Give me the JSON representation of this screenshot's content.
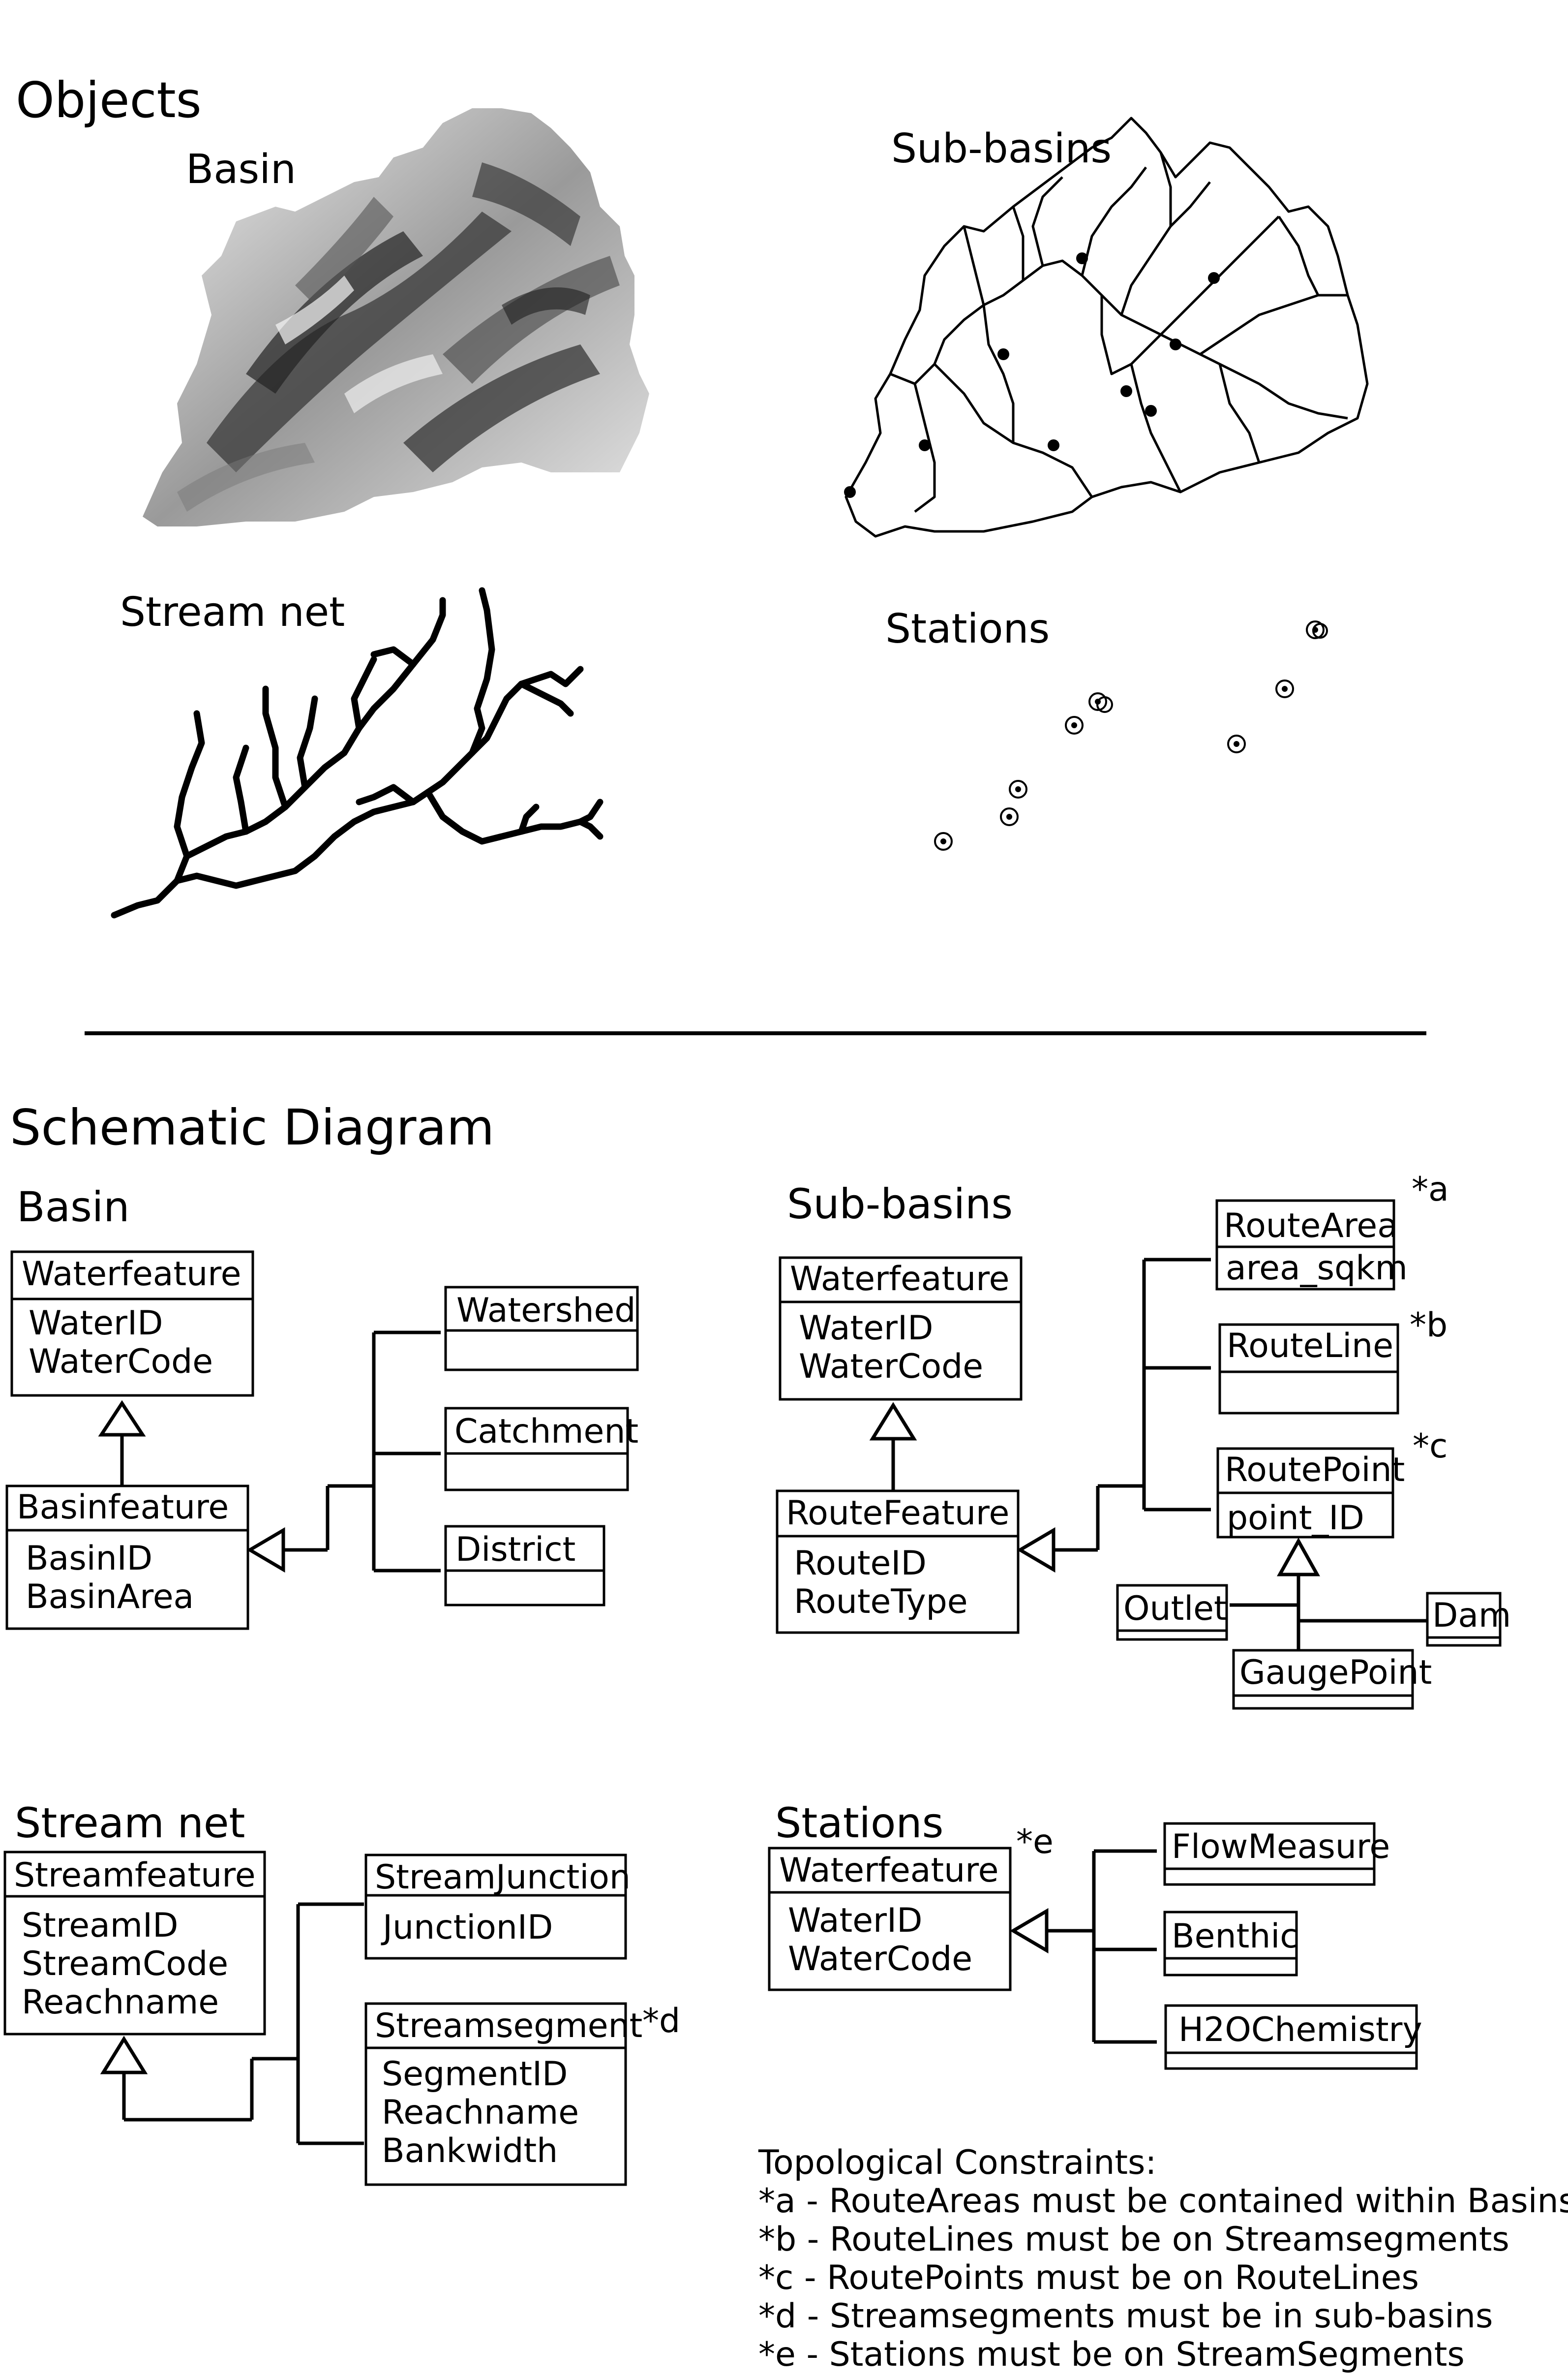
{
  "objects": {
    "heading": "Objects",
    "basin_label": "Basin",
    "subbasins_label": "Sub-basins",
    "streamnet_label": "Stream net",
    "stations_label": "Stations"
  },
  "schematic": {
    "heading": "Schematic Diagram",
    "basin": {
      "title": "Basin",
      "waterfeature": {
        "name": "Waterfeature",
        "attrs": [
          "WaterID",
          "WaterCode"
        ]
      },
      "basinfeature": {
        "name": "Basinfeature",
        "attrs": [
          "BasinID",
          "BasinArea"
        ]
      },
      "watershed": "Watershed",
      "catchment": "Catchment",
      "district": "District"
    },
    "subbasins": {
      "title": "Sub-basins",
      "waterfeature": {
        "name": "Waterfeature",
        "attrs": [
          "WaterID",
          "WaterCode"
        ]
      },
      "routefeature": {
        "name": "RouteFeature",
        "attrs": [
          "RouteID",
          "RouteType"
        ]
      },
      "routearea": {
        "name": "RouteArea",
        "attr": "area_sqkm",
        "note": "*a"
      },
      "routeline": {
        "name": "RouteLine",
        "note": "*b"
      },
      "routepoint": {
        "name": "RoutePoint",
        "attr": "point_ID",
        "note": "*c"
      },
      "outlet": "Outlet",
      "dam": "Dam",
      "gaugepoint": "GaugePoint"
    },
    "streamnet": {
      "title": "Stream net",
      "streamfeature": {
        "name": "Streamfeature",
        "attrs": [
          "StreamID",
          "StreamCode",
          "Reachname"
        ]
      },
      "junction": {
        "name": "StreamJunction",
        "attrs": [
          "JunctionID"
        ]
      },
      "segment": {
        "name": "Streamsegment",
        "attrs": [
          "SegmentID",
          "Reachname",
          "Bankwidth"
        ],
        "note": "*d"
      }
    },
    "stations": {
      "title": "Stations",
      "waterfeature": {
        "name": "Waterfeature",
        "attrs": [
          "WaterID",
          "WaterCode"
        ],
        "note": "*e"
      },
      "flowmeasure": "FlowMeasure",
      "benthic": "Benthic",
      "h2ochemistry": "H2OChemistry"
    },
    "constraints": {
      "title": "Topological Constraints:",
      "items": [
        "*a - RouteAreas must be contained within Basins",
        "*b - RouteLines must be on Streamsegments",
        "*c - RoutePoints must be on RouteLines",
        "*d - Streamsegments must be in sub-basins",
        "*e - Stations must be on StreamSegments"
      ]
    }
  }
}
